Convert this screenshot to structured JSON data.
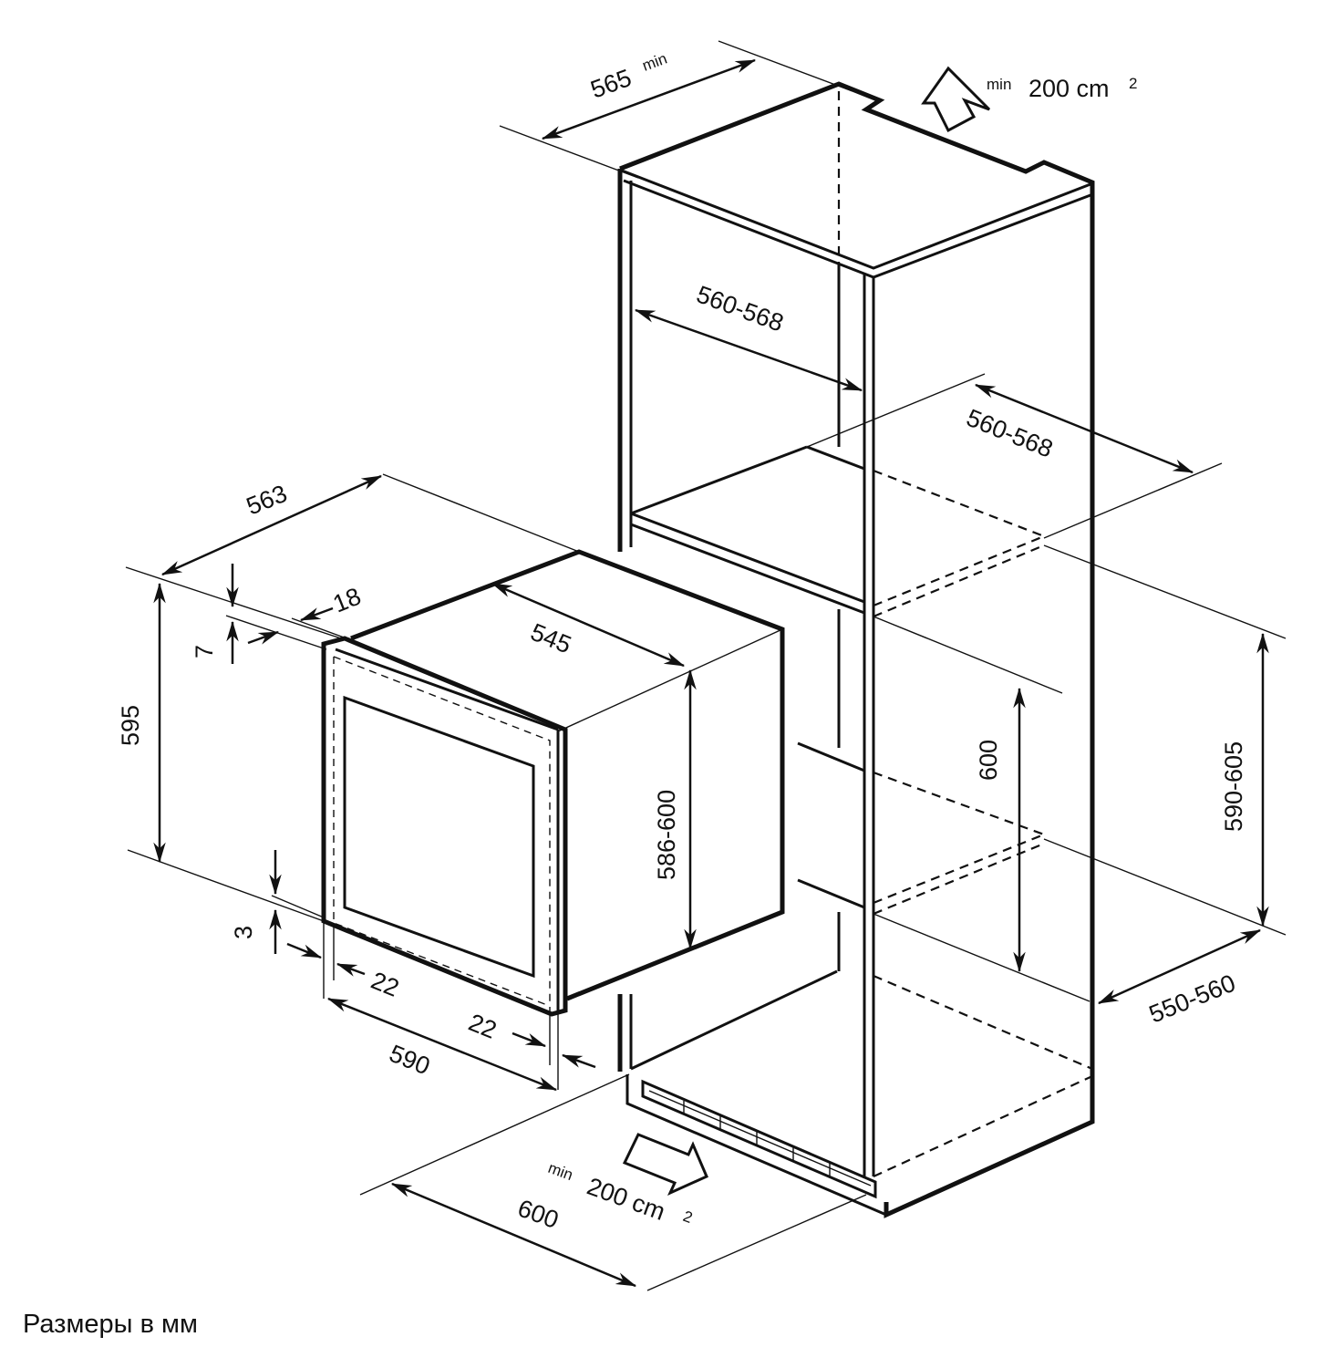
{
  "dimensions": {
    "niche_depth_top": "565",
    "niche_depth_top_qualifier": "min",
    "vent_top_qualifier": "min",
    "vent_top_area": "200 cm",
    "vent_top_exp": "2",
    "niche_width_upper": "560-568",
    "niche_width_shelf": "560-568",
    "niche_height_range": "590-605",
    "niche_height": "600",
    "niche_depth_bottom": "550-560",
    "cabinet_width": "600",
    "vent_bottom_qualifier": "min",
    "vent_bottom_area": "200 cm",
    "vent_bottom_exp": "2",
    "oven_depth": "563",
    "oven_height_front": "595",
    "oven_body_depth": "545",
    "oven_body_height": "586-600",
    "front_thickness": "18",
    "top_offset": "7",
    "bottom_offset": "3",
    "side_offset_left": "22",
    "side_offset_right": "22",
    "oven_width_body": "590"
  },
  "caption": "Размеры в мм"
}
